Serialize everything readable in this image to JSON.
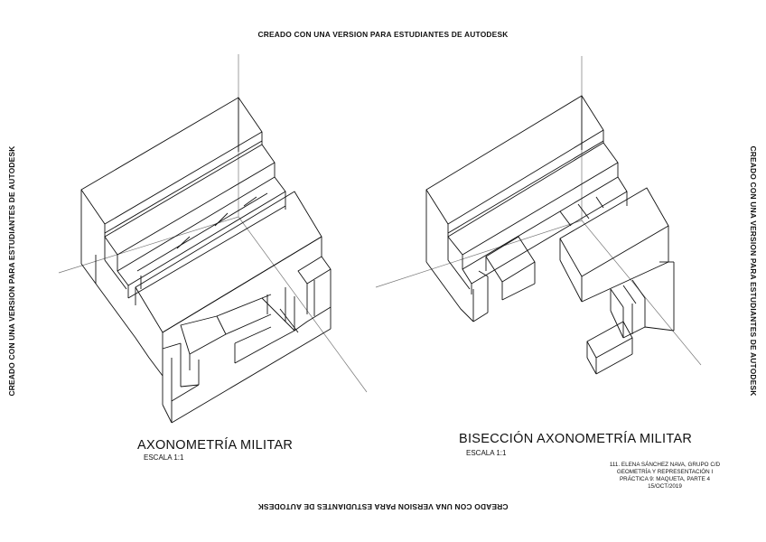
{
  "watermark": "CREADO CON UNA VERSION PARA ESTUDIANTES DE AUTODESK",
  "left_view": {
    "title": "AXONOMETRÍA MILITAR",
    "scale": "ESCALA 1:1"
  },
  "right_view": {
    "title": "BISECCIÓN AXONOMETRÍA MILITAR",
    "scale": "ESCALA 1:1"
  },
  "title_block": {
    "author": "111. ELENA SÁNCHEZ NAVA, GRUPO C/D",
    "subject": "GEOMETRÍA Y REPRESENTACIÓN I",
    "practice": "PRÁCTICA 9: MAQUETA, PARTE 4",
    "date": "15/OCT/2019"
  }
}
